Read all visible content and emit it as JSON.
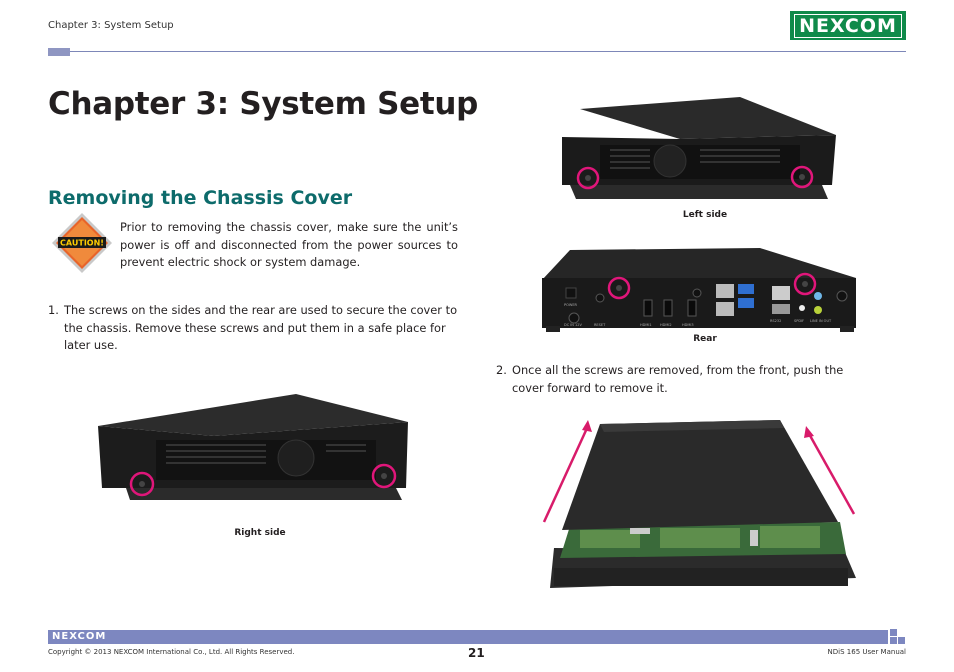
{
  "header": {
    "chapter": "Chapter 3: System Setup",
    "logo_text": "NEXCOM"
  },
  "title": "Chapter 3: System Setup",
  "section": {
    "title": "Removing the Chassis Cover",
    "caution_label": "CAUTION!",
    "caution_text": "Prior to removing the chassis cover, make sure the unit’s power is off and disconnected from the power sources to prevent electric shock or system damage."
  },
  "steps": [
    {
      "num": "1.",
      "text": "The screws on the sides and the rear are used to secure the cover to the chassis. Remove these screws and put them in a safe place for later use."
    },
    {
      "num": "2.",
      "text": "Once all the screws are removed, from the front, push the cover forward to remove it."
    }
  ],
  "captions": {
    "left": "Left side",
    "rear": "Rear",
    "right": "Right side"
  },
  "rear_labels": {
    "power": "POWER",
    "dc_in": "DC IN 12V",
    "reset": "RESET",
    "hdmi1": "HDMI1",
    "hdmi2": "HDMI2",
    "hdmi3": "HDMI3",
    "rs232": "RS232",
    "spdif": "SPDIF",
    "line_out": "LINE IN OUT"
  },
  "footer": {
    "logo_text": "NEXCOM",
    "copyright": "Copyright © 2013 NEXCOM International Co., Ltd. All Rights Reserved.",
    "page": "21",
    "manual": "NDiS 165 User Manual"
  },
  "colors": {
    "brand_green": "#0f8a4a",
    "section_teal": "#0d6b6b",
    "footer_bar": "#7d87c0",
    "screw_circle": "#e0167a",
    "arrow": "#d81b6a"
  }
}
